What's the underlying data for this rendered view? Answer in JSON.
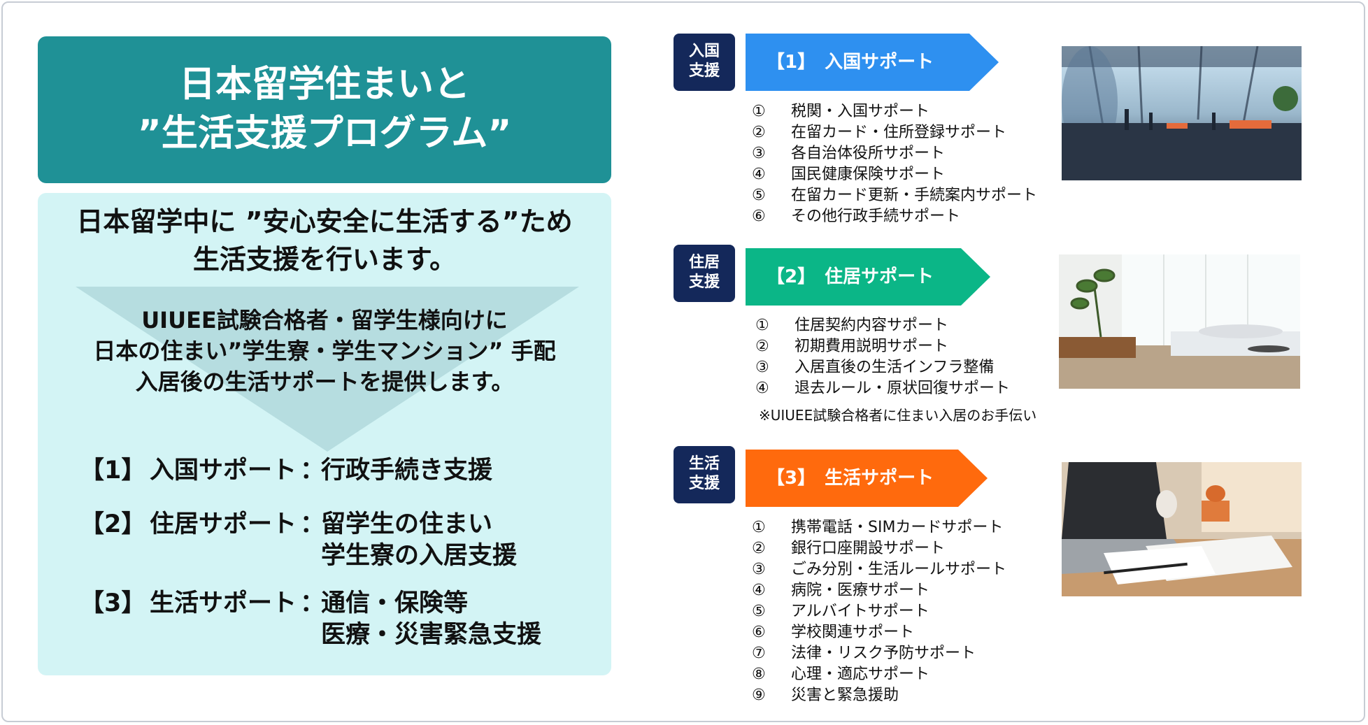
{
  "title": {
    "line1": "日本留学住まいと",
    "line2": "”生活支援プログラム”"
  },
  "lead": {
    "line1": "日本留学中に ”安心安全に生活する”ため",
    "line2": "生活支援を行います。"
  },
  "triangle": {
    "line1": "UIUEE試験合格者・留学生様向けに",
    "line2": "日本の住まい”学生寮・学生マンション” 手配",
    "line3": "入居後の生活サポートを提供します。"
  },
  "summary": [
    {
      "bracket": "【1】",
      "name": "入国サポート",
      "colon": "：",
      "desc1": "行政手続き支援",
      "desc2": ""
    },
    {
      "bracket": "【2】",
      "name": "住居サポート",
      "colon": "：",
      "desc1": "留学生の住まい",
      "desc2": "学生寮の入居支援"
    },
    {
      "bracket": "【3】",
      "name": "生活サポート",
      "colon": "：",
      "desc1": "通信・保険等",
      "desc2": "医療・災害緊急支援"
    }
  ],
  "colors": {
    "title_bg": "#1f9196",
    "panel_bg": "#d3f4f5",
    "triangle": "#b6dde0",
    "tag_bg": "#14285a",
    "entry": "#2e90f0",
    "housing": "#0bb687",
    "life": "#ff6a0d"
  },
  "sections": [
    {
      "tag": [
        "入国",
        "支援"
      ],
      "heading": "【1】　入国サポート",
      "items": [
        {
          "num": "①",
          "text": "税関・入国サポート"
        },
        {
          "num": "②",
          "text": "在留カード・住所登録サポート"
        },
        {
          "num": "③",
          "text": "各自治体役所サポート"
        },
        {
          "num": "④",
          "text": "国民健康保険サポート"
        },
        {
          "num": "⑤",
          "text": "在留カード更新・手続案内サポート"
        },
        {
          "num": "⑥",
          "text": "その他行政手続サポート"
        }
      ]
    },
    {
      "tag": [
        "住居",
        "支援"
      ],
      "heading": "【2】　住居サポート",
      "items": [
        {
          "num": "①",
          "text": "住居契約内容サポート"
        },
        {
          "num": "②",
          "text": "初期費用説明サポート"
        },
        {
          "num": "③",
          "text": "入居直後の生活インフラ整備"
        },
        {
          "num": "④",
          "text": "退去ルール・原状回復サポート"
        }
      ],
      "note": "※UIUEE試験合格者に住まい入居のお手伝い"
    },
    {
      "tag": [
        "生活",
        "支援"
      ],
      "heading": "【3】　生活サポート",
      "items": [
        {
          "num": "①",
          "text": "携帯電話・SIMカードサポート"
        },
        {
          "num": "②",
          "text": "銀行口座開設サポート"
        },
        {
          "num": "③",
          "text": "ごみ分別・生活ルールサポート"
        },
        {
          "num": "④",
          "text": "病院・医療サポート"
        },
        {
          "num": "⑤",
          "text": "アルバイトサポート"
        },
        {
          "num": "⑥",
          "text": "学校関連サポート"
        },
        {
          "num": "⑦",
          "text": "法律・リスク予防サポート"
        },
        {
          "num": "⑧",
          "text": "心理・適応サポート"
        },
        {
          "num": "⑨",
          "text": "災害と緊急援助"
        }
      ]
    }
  ]
}
